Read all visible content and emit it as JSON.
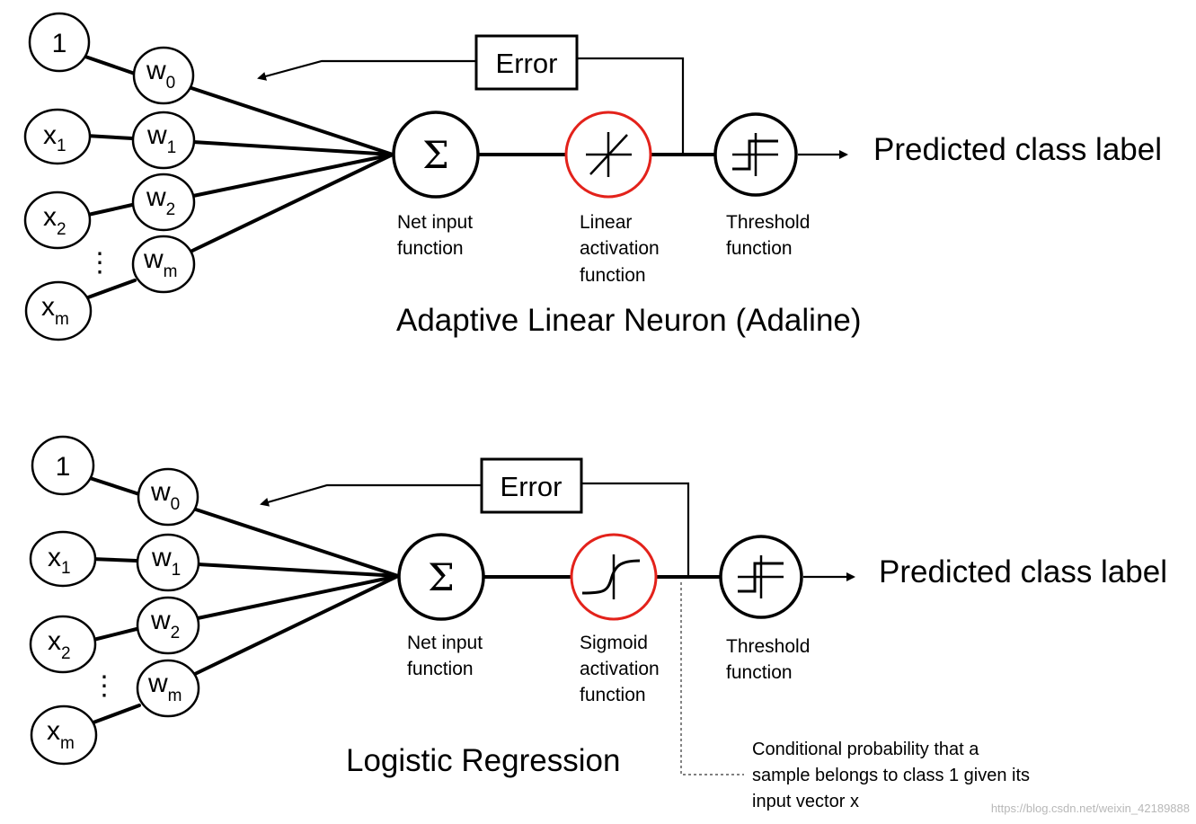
{
  "diagrams": [
    {
      "title": "Adaptive Linear Neuron (Adaline)",
      "error_label": "Error",
      "inputs": [
        {
          "main": "1",
          "sub": ""
        },
        {
          "main": "x",
          "sub": "1"
        },
        {
          "main": "x",
          "sub": "2"
        },
        {
          "main": "x",
          "sub": "m"
        }
      ],
      "weights": [
        {
          "main": "w",
          "sub": "0"
        },
        {
          "main": "w",
          "sub": "1"
        },
        {
          "main": "w",
          "sub": "2"
        },
        {
          "main": "w",
          "sub": "m"
        }
      ],
      "ellipsis": "⋮",
      "sum_symbol": "Σ",
      "net_input_caption": [
        "Net input",
        "function"
      ],
      "activation_caption": [
        "Linear",
        "activation",
        "function"
      ],
      "threshold_caption": [
        "Threshold",
        "function"
      ],
      "output_label": "Predicted class label"
    },
    {
      "title": "Logistic Regression",
      "error_label": "Error",
      "inputs": [
        {
          "main": "1",
          "sub": ""
        },
        {
          "main": "x",
          "sub": "1"
        },
        {
          "main": "x",
          "sub": "2"
        },
        {
          "main": "x",
          "sub": "m"
        }
      ],
      "weights": [
        {
          "main": "w",
          "sub": "0"
        },
        {
          "main": "w",
          "sub": "1"
        },
        {
          "main": "w",
          "sub": "2"
        },
        {
          "main": "w",
          "sub": "m"
        }
      ],
      "ellipsis": "⋮",
      "sum_symbol": "Σ",
      "net_input_caption": [
        "Net input",
        "function"
      ],
      "activation_caption": [
        "Sigmoid",
        "activation",
        "function"
      ],
      "threshold_caption": [
        "Threshold",
        "function"
      ],
      "output_label": "Predicted class label",
      "note": [
        "Conditional probability that a",
        "sample belongs to class 1 given its",
        "input vector x"
      ]
    }
  ],
  "watermark": "https://blog.csdn.net/weixin_42189888",
  "colors": {
    "activation_ring": "#e3221b",
    "stroke": "#000000"
  }
}
